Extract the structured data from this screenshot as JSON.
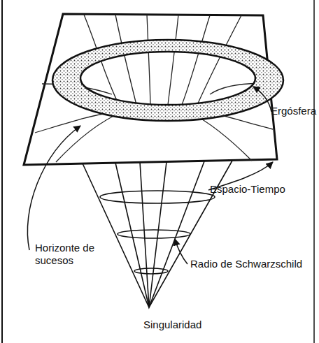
{
  "diagram": {
    "labels": [
      "Ergósfera",
      "Espacio-Tiempo",
      "Horizonte de sucesos",
      "Radio de Schwarzschild",
      "Singularidad"
    ]
  }
}
